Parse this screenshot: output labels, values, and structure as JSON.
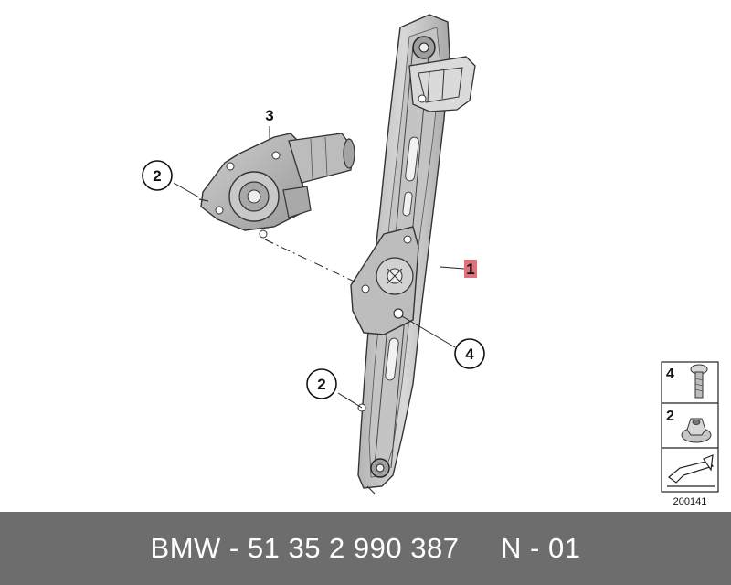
{
  "callouts": {
    "window_regulator": "1",
    "nut_upper": "2",
    "nut_lower": "2",
    "motor": "3",
    "screw": "4"
  },
  "legend": {
    "screw_label": "4",
    "nut_label": "2"
  },
  "reference_number": "200141",
  "footer": {
    "part_text": "BMW - 51 35 2 990 387     N - 01"
  },
  "colors": {
    "footer_bg": "#6d6d6d",
    "highlight": "#e0707a",
    "line_art": "#222222"
  }
}
